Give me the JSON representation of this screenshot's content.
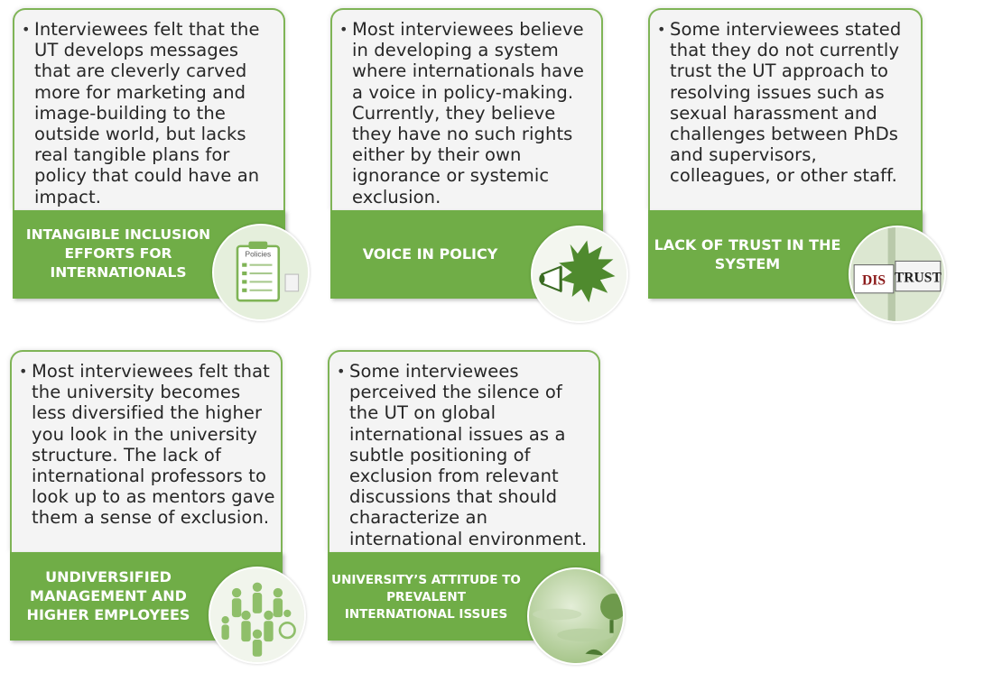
{
  "cards": [
    {
      "id": "intangible",
      "bullet": "•",
      "body": "Interviewees felt that the UT develops messages that are cleverly carved more for marketing and image-building to the outside world, but lacks real tangible plans for policy that could have an impact.",
      "label": "INTANGIBLE INCLUSION EFFORTS FOR INTERNATIONALS",
      "icon": "policies-clipboard-icon",
      "icon_text": "Policies"
    },
    {
      "id": "voice",
      "bullet": "•",
      "body": "Most interviewees believe in developing a system where internationals have a voice in policy-making. Currently, they believe they have no such rights either by their own ignorance or systemic exclusion.",
      "label": "VOICE IN POLICY",
      "icon": "megaphone-icon"
    },
    {
      "id": "trust",
      "bullet": "•",
      "body": "Some interviewees stated that they do not currently trust the UT approach to resolving issues such as sexual harassment and challenges between PhDs and supervisors, colleagues, or other staff.",
      "label": "LACK OF TRUST IN THE SYSTEM",
      "icon": "distrust-icon",
      "icon_text_a": "DIS",
      "icon_text_b": "TRUST"
    },
    {
      "id": "management",
      "bullet": "•",
      "body": "Most interviewees felt that the university becomes less diversified the higher you look in the university structure. The lack of international professors to look up to as mentors gave them a sense of exclusion.",
      "label": "UNDIVERSIFIED MANAGEMENT AND HIGHER EMPLOYEES",
      "icon": "people-group-icon"
    },
    {
      "id": "attitude",
      "bullet": "•",
      "body": "Some interviewees perceived the silence of the UT on global international issues as a subtle positioning of exclusion from relevant discussions that should characterize an international environment.",
      "label": "UNIVERSITY’S ATTITUDE TO PREVALENT INTERNATIONAL ISSUES",
      "icon": "globe-icon"
    }
  ],
  "colors": {
    "accent": "#70ad47",
    "border": "#7fb456",
    "text_bg": "#f4f4f4"
  }
}
